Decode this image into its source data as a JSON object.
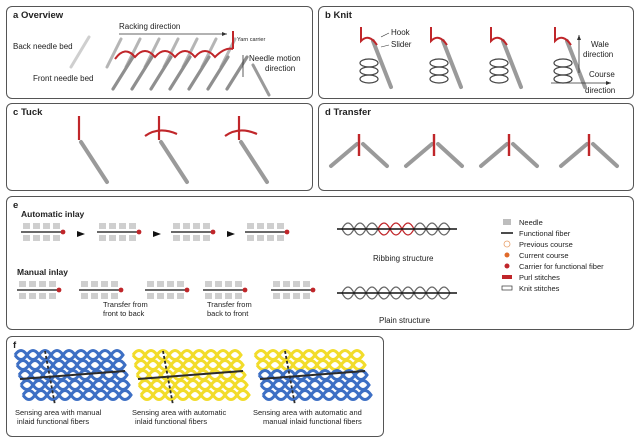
{
  "panels": {
    "a": {
      "letter": "a",
      "title": "Overview",
      "racking": "Racking direction",
      "yarn": "Yarn carrier",
      "back": "Back needle bed",
      "front": "Front needle bed",
      "motion_l1": "Needle motion",
      "motion_l2": "direction"
    },
    "b": {
      "letter": "b",
      "title": "Knit",
      "hook": "Hook",
      "slider": "Slider",
      "wale_l1": "Wale",
      "wale_l2": "direction",
      "course_l1": "Course",
      "course_l2": "direction"
    },
    "c": {
      "letter": "c",
      "title": "Tuck"
    },
    "d": {
      "letter": "d",
      "title": "Transfer"
    },
    "e": {
      "letter": "e",
      "auto": "Automatic inlay",
      "manual": "Manual inlay",
      "t1_l1": "Transfer from",
      "t1_l2": "front to back",
      "t2_l1": "Transfer from",
      "t2_l2": "back to front",
      "ribbing": "Ribbing structure",
      "plain": "Plain structure",
      "legend": [
        "Needle",
        "Functional fiber",
        "Previous course",
        "Current course",
        "Carrier for functional fiber",
        "Purl stitches",
        "Knit stitches"
      ]
    },
    "f": {
      "letter": "f",
      "cap1_l1": "Sensing area with manual",
      "cap1_l2": "inlaid functional fibers",
      "cap2_l1": "Sensing area with automatic",
      "cap2_l2": "inlaid functional fibers",
      "cap3_l1": "Sensing area with automatic and",
      "cap3_l2": "manual inlaid functional fibers"
    }
  },
  "colors": {
    "red": "#c0262a",
    "needle": "#9a9a9a",
    "blue": "#3d6fc4",
    "yellow": "#f2dc2a",
    "dark": "#2b2b2b"
  }
}
